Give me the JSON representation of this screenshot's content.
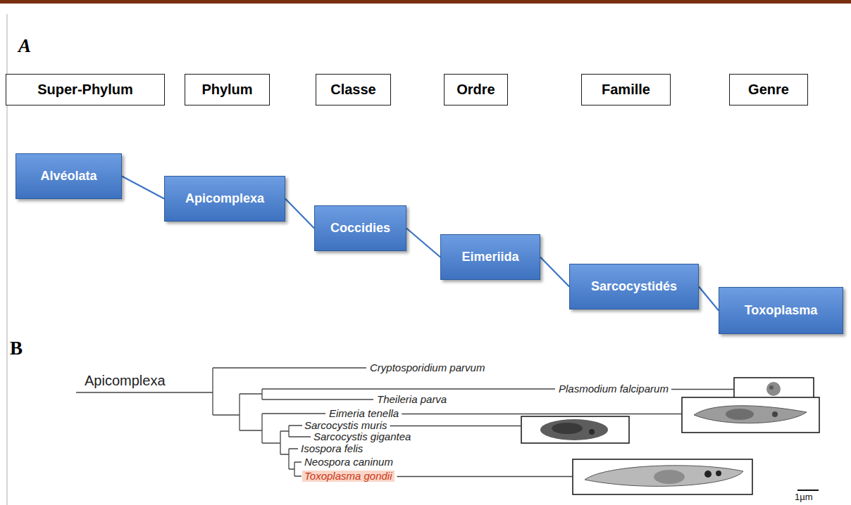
{
  "diagram": {
    "nodes": [
      {
        "text": [
          "Super-Phylum"
        ]
      },
      {
        "text": [
          "Phylum"
        ]
      },
      {
        "text": [
          "Classe"
        ]
      },
      {
        "text": [
          "Ordre"
        ]
      },
      {
        "text": [
          "Famille"
        ]
      },
      {
        "text": [
          "Genre"
        ]
      },
      {
        "text": [
          "Alvéolata"
        ]
      },
      {
        "text": [
          "Apicomplexa"
        ]
      },
      {
        "text": [
          "Coccidies"
        ]
      },
      {
        "text": [
          "Eimeriida"
        ]
      },
      {
        "text": [
          "Sarcocystidés"
        ]
      },
      {
        "text": [
          "Toxoplasma"
        ]
      }
    ],
    "edges": [
      {
        "from": 6,
        "to": 7,
        "arrow": "none"
      },
      {
        "from": 7,
        "to": 8,
        "arrow": "none"
      },
      {
        "from": 8,
        "to": 9,
        "arrow": "none"
      },
      {
        "from": 9,
        "to": 10,
        "arrow": "none"
      },
      {
        "from": 10,
        "to": 11,
        "arrow": "none"
      }
    ],
    "labels": [
      "A",
      "B",
      "Apicomplexa",
      "Cryptosporidium parvum",
      "Plasmodium falciparum",
      "Theileria parva",
      "Eimeria tenella",
      "Sarcocystis muris",
      "Sarcocystis gigantea",
      "Isospora felis",
      "Neospora caninum",
      "Toxoplasma gondii",
      "1µm"
    ]
  }
}
